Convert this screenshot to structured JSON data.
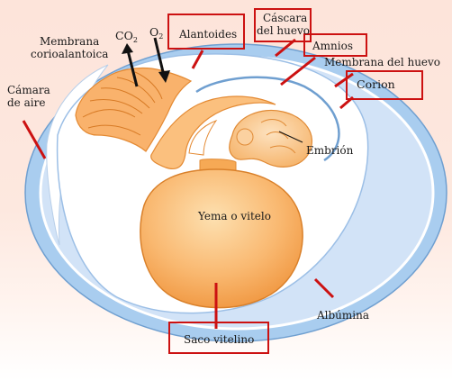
{
  "labels": {
    "membrana_corioalantoica_1": "Membrana",
    "membrana_corioalantoica_2": "corioalantoica",
    "co2": "CO",
    "co2_sub": "2",
    "o2": "O",
    "o2_sub": "2",
    "alantoides": "Alantoides",
    "cascara_1": "Cáscara",
    "cascara_2": "del huevo",
    "amnios": "Amnios",
    "membrana_huevo": "Membrana del huevo",
    "corion": "Corion",
    "camara_1": "Cámara",
    "camara_2": "de aire",
    "embrion": "Embrión",
    "yema": "Yema o vitelo",
    "albumina": "Albúmina",
    "saco": "Saco vitelino"
  },
  "colors": {
    "highlight_box": "#cc1111",
    "leader_line": "#cc1111",
    "shell": "#9ec8ee",
    "albumen": "#c9ddf6",
    "yolk": "#f5a24c",
    "embryo": "#fbc78a"
  }
}
